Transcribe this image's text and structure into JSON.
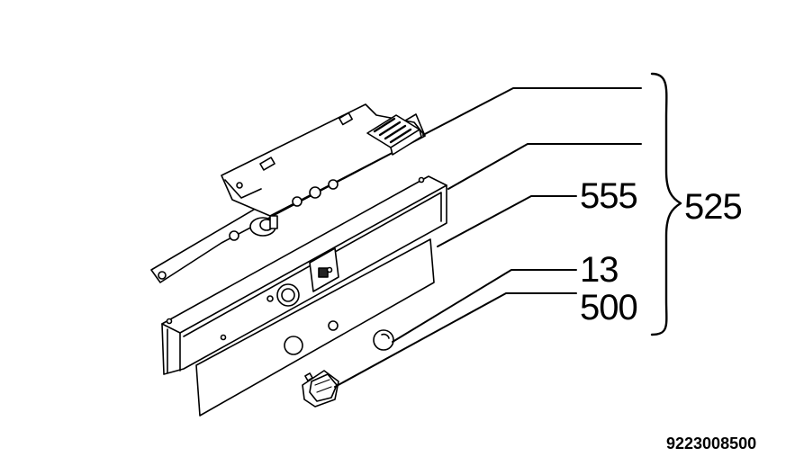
{
  "diagram": {
    "callouts": {
      "part_a": "555",
      "part_b": "13",
      "part_c": "500",
      "assembly": "525"
    },
    "drawing_number": "9223008500",
    "colors": {
      "line": "#000000",
      "fill": "#ffffff",
      "dark_fill": "#222222"
    }
  }
}
